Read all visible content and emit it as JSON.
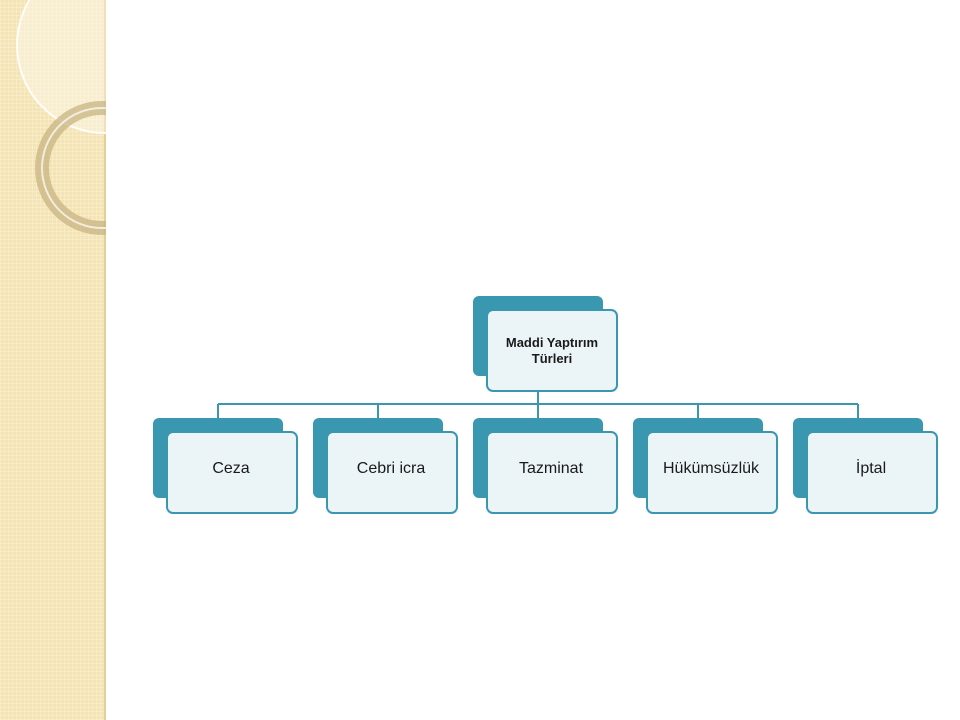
{
  "diagram": {
    "root": {
      "label": "Maddi Yaptırım Türleri"
    },
    "children": [
      {
        "label": "Ceza"
      },
      {
        "label": "Cebri icra"
      },
      {
        "label": "Tazminat"
      },
      {
        "label": "Hükümsüzlük"
      },
      {
        "label": "İptal"
      }
    ]
  },
  "colors": {
    "accent": "#3a97b0",
    "box_fill": "#ebf5f8",
    "strip": "#f4e3b3"
  }
}
